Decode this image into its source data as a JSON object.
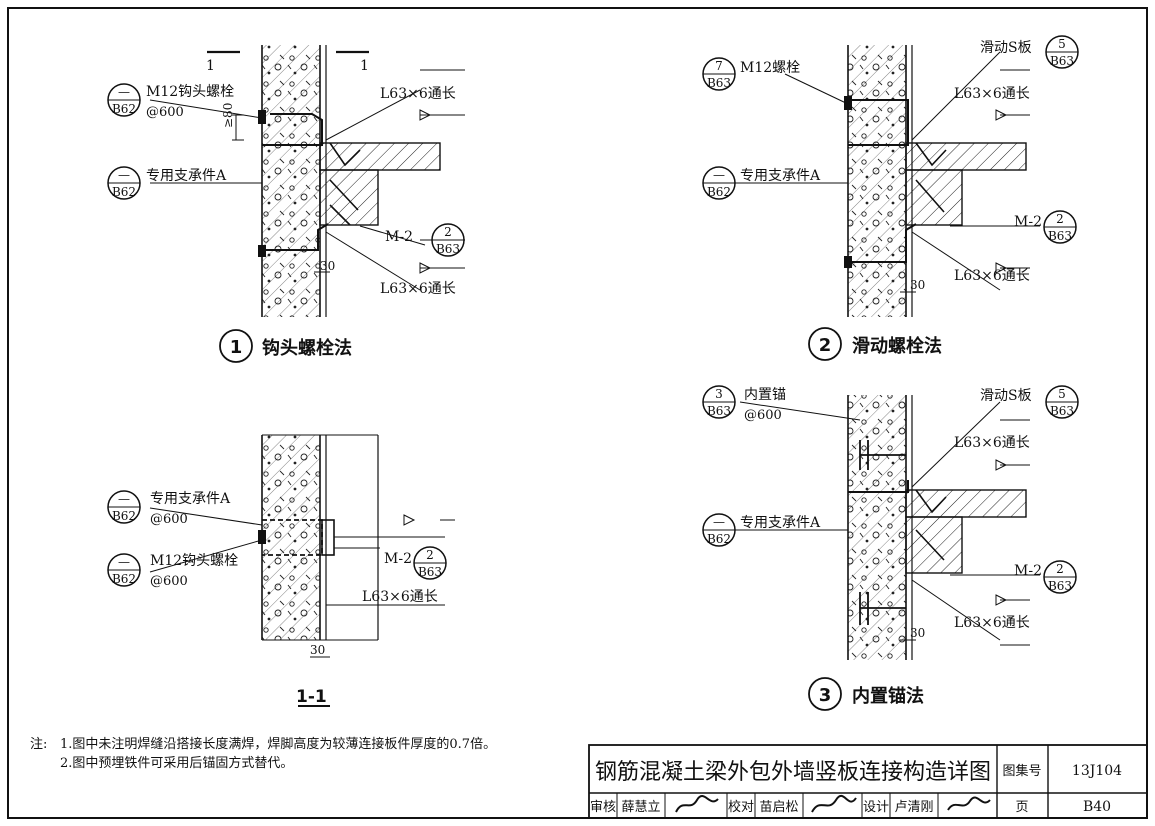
{
  "sheet": {
    "title": "钢筋混凝土梁外包外墙竖板连接构造详图",
    "atlas_label": "图集号",
    "atlas_no": "13J104",
    "page_label": "页",
    "page_no": "B40",
    "sign": {
      "review_label": "审核",
      "review_name": "薛慧立",
      "check_label": "校对",
      "check_name": "苗启松",
      "design_label": "设计",
      "design_name": "卢清刚"
    }
  },
  "notes": {
    "label": "注:",
    "items": [
      "1.图中未注明焊缝沿搭接长度满焊，焊脚高度为较薄连接板件厚度的0.7倍。",
      "2.图中预埋铁件可采用后锚固方式替代。"
    ]
  },
  "detail1": {
    "num": "1",
    "title": "钩头螺栓法",
    "section_mark": "1",
    "callouts": [
      {
        "top": "—",
        "bottom": "B62",
        "text": "M12钩头螺栓",
        "sub": "@600"
      },
      {
        "top": "—",
        "bottom": "B62",
        "text": "专用支承件A"
      },
      {
        "top": "2",
        "bottom": "B63",
        "text": "M-2"
      }
    ],
    "angle_label": "L63×6通长",
    "dim_80": "≥80",
    "dim_30": "30"
  },
  "detail2": {
    "num": "2",
    "title": "滑动螺栓法",
    "callouts": [
      {
        "top": "7",
        "bottom": "B63",
        "text": "M12螺栓"
      },
      {
        "top": "5",
        "bottom": "B63",
        "text": "滑动S板"
      },
      {
        "top": "—",
        "bottom": "B62",
        "text": "专用支承件A"
      },
      {
        "top": "2",
        "bottom": "B63",
        "text": "M-2"
      }
    ],
    "angle_label": "L63×6通长",
    "dim_30": "30"
  },
  "detail3": {
    "num": "3",
    "title": "内置锚法",
    "callouts": [
      {
        "top": "3",
        "bottom": "B63",
        "text": "内置锚",
        "sub": "@600"
      },
      {
        "top": "5",
        "bottom": "B63",
        "text": "滑动S板"
      },
      {
        "top": "—",
        "bottom": "B62",
        "text": "专用支承件A"
      },
      {
        "top": "2",
        "bottom": "B63",
        "text": "M-2"
      }
    ],
    "angle_label": "L63×6通长",
    "dim_30": "30"
  },
  "section11": {
    "title": "1-1",
    "callouts": [
      {
        "top": "—",
        "bottom": "B62",
        "text": "专用支承件A",
        "sub": "@600"
      },
      {
        "top": "—",
        "bottom": "B62",
        "text": "M12钩头螺栓",
        "sub": "@600"
      },
      {
        "top": "2",
        "bottom": "B63",
        "text": "M-2"
      }
    ],
    "angle_label": "L63×6通长",
    "dim_30": "30"
  }
}
